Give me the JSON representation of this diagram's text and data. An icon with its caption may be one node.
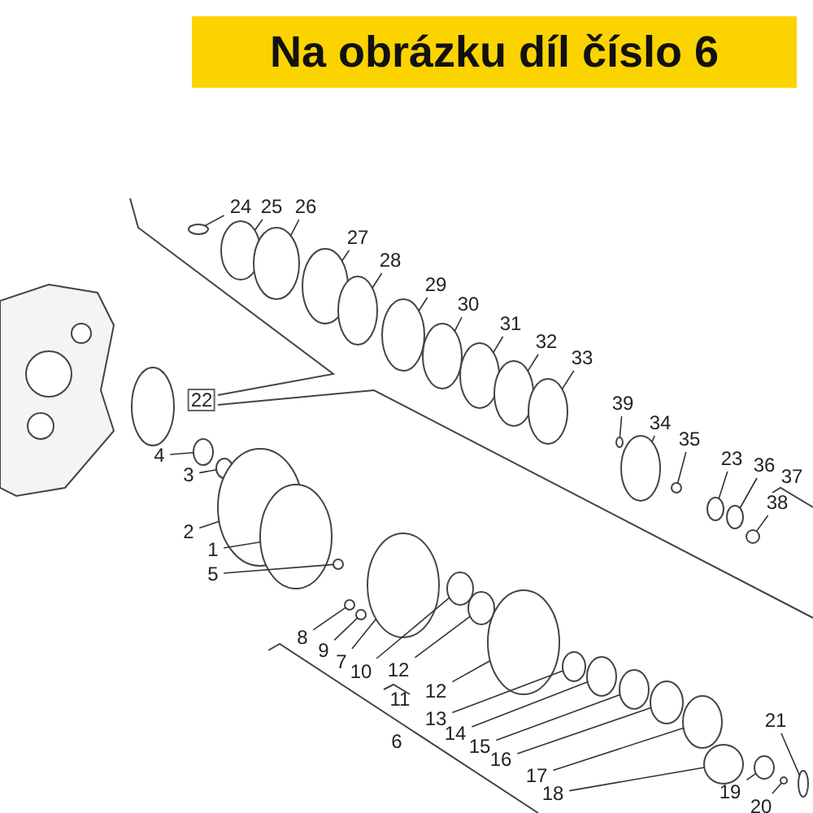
{
  "diagram": {
    "title": "Na obrázku díl číslo 6",
    "nodes": [
      {
        "text": [
          "24"
        ]
      },
      {
        "text": [
          "25"
        ]
      },
      {
        "text": [
          "26"
        ]
      },
      {
        "text": [
          "27"
        ]
      },
      {
        "text": [
          "28"
        ]
      },
      {
        "text": [
          "29"
        ]
      },
      {
        "text": [
          "30"
        ]
      },
      {
        "text": [
          "31"
        ]
      },
      {
        "text": [
          "32"
        ]
      },
      {
        "text": [
          "33"
        ]
      },
      {
        "text": [
          "39"
        ]
      },
      {
        "text": [
          "34"
        ]
      },
      {
        "text": [
          "35"
        ]
      },
      {
        "text": [
          "23"
        ]
      },
      {
        "text": [
          "36"
        ]
      },
      {
        "text": [
          "38"
        ]
      },
      {
        "text": [
          "4"
        ]
      },
      {
        "text": [
          "3"
        ]
      },
      {
        "text": [
          "2"
        ]
      },
      {
        "text": [
          "1"
        ]
      },
      {
        "text": [
          "5"
        ]
      },
      {
        "text": [
          "8"
        ]
      },
      {
        "text": [
          "9"
        ]
      },
      {
        "text": [
          "7"
        ]
      },
      {
        "text": [
          "10"
        ]
      },
      {
        "text": [
          "12"
        ]
      },
      {
        "text": [
          "12"
        ]
      },
      {
        "text": [
          "13"
        ]
      },
      {
        "text": [
          "14"
        ]
      },
      {
        "text": [
          "15"
        ]
      },
      {
        "text": [
          "16"
        ]
      },
      {
        "text": [
          "17"
        ]
      },
      {
        "text": [
          "18"
        ]
      },
      {
        "text": [
          "21"
        ]
      },
      {
        "text": [
          "19"
        ]
      },
      {
        "text": [
          "20"
        ]
      },
      {
        "text": [],
        "shape": "circle"
      },
      {
        "text": [],
        "shape": "circle"
      },
      {
        "text": [],
        "shape": "circle"
      },
      {
        "text": [],
        "shape": "circle"
      },
      {
        "text": [],
        "shape": "circle"
      },
      {
        "text": [],
        "shape": "circle"
      },
      {
        "text": [],
        "shape": "circle"
      },
      {
        "text": [],
        "shape": "circle"
      },
      {
        "text": [],
        "shape": "circle"
      },
      {
        "text": [],
        "shape": "circle"
      },
      {
        "text": [],
        "shape": "circle"
      },
      {
        "text": [],
        "shape": "circle"
      },
      {
        "text": [],
        "shape": "circle"
      },
      {
        "text": [],
        "shape": "circle"
      },
      {
        "text": [],
        "shape": "circle"
      },
      {
        "text": [],
        "shape": "circle"
      },
      {
        "text": [],
        "shape": "circle"
      },
      {
        "text": [],
        "shape": "circle"
      },
      {
        "text": [],
        "shape": "circle"
      },
      {
        "text": [],
        "shape": "circle"
      },
      {
        "text": [],
        "shape": "circle"
      },
      {
        "text": [],
        "shape": "circle"
      },
      {
        "text": [],
        "shape": "circle"
      },
      {
        "text": [],
        "shape": "circle"
      },
      {
        "text": [],
        "shape": "circle"
      },
      {
        "text": [],
        "shape": "circle"
      },
      {
        "text": [],
        "shape": "circle"
      },
      {
        "text": [],
        "shape": "circle"
      },
      {
        "text": [],
        "shape": "circle"
      },
      {
        "text": [],
        "shape": "circle"
      },
      {
        "text": [],
        "shape": "circle"
      },
      {
        "text": [],
        "shape": "circle"
      },
      {
        "text": [],
        "shape": "circle"
      },
      {
        "text": [],
        "shape": "circle"
      },
      {
        "text": [],
        "shape": "circle"
      },
      {
        "text": [],
        "shape": "circle"
      }
    ],
    "edges": [
      {
        "from": 0,
        "to": 36,
        "arrow": "none"
      },
      {
        "from": 1,
        "to": 37,
        "arrow": "none"
      },
      {
        "from": 2,
        "to": 38,
        "arrow": "none"
      },
      {
        "from": 3,
        "to": 39,
        "arrow": "none"
      },
      {
        "from": 4,
        "to": 40,
        "arrow": "none"
      },
      {
        "from": 5,
        "to": 41,
        "arrow": "none"
      },
      {
        "from": 6,
        "to": 42,
        "arrow": "none"
      },
      {
        "from": 7,
        "to": 43,
        "arrow": "none"
      },
      {
        "from": 8,
        "to": 44,
        "arrow": "none"
      },
      {
        "from": 9,
        "to": 45,
        "arrow": "none"
      },
      {
        "from": 10,
        "to": 46,
        "arrow": "none"
      },
      {
        "from": 11,
        "to": 47,
        "arrow": "none"
      },
      {
        "from": 12,
        "to": 48,
        "arrow": "none"
      },
      {
        "from": 13,
        "to": 49,
        "arrow": "none"
      },
      {
        "from": 14,
        "to": 50,
        "arrow": "none"
      },
      {
        "from": 15,
        "to": 51,
        "arrow": "none"
      },
      {
        "from": 16,
        "to": 52,
        "arrow": "none"
      },
      {
        "from": 17,
        "to": 53,
        "arrow": "none"
      },
      {
        "from": 18,
        "to": 54,
        "arrow": "none"
      },
      {
        "from": 19,
        "to": 55,
        "arrow": "none"
      },
      {
        "from": 20,
        "to": 56,
        "arrow": "none"
      },
      {
        "from": 21,
        "to": 57,
        "arrow": "none"
      },
      {
        "from": 22,
        "to": 58,
        "arrow": "none"
      },
      {
        "from": 23,
        "to": 59,
        "arrow": "none"
      },
      {
        "from": 24,
        "to": 60,
        "arrow": "none"
      },
      {
        "from": 25,
        "to": 61,
        "arrow": "none"
      },
      {
        "from": 26,
        "to": 62,
        "arrow": "none"
      },
      {
        "from": 27,
        "to": 63,
        "arrow": "none"
      },
      {
        "from": 28,
        "to": 64,
        "arrow": "none"
      },
      {
        "from": 29,
        "to": 65,
        "arrow": "none"
      },
      {
        "from": 30,
        "to": 66,
        "arrow": "none"
      },
      {
        "from": 31,
        "to": 67,
        "arrow": "none"
      },
      {
        "from": 32,
        "to": 68,
        "arrow": "none"
      },
      {
        "from": 33,
        "to": 69,
        "arrow": "none"
      },
      {
        "from": 34,
        "to": 70,
        "arrow": "none"
      },
      {
        "from": 35,
        "to": 71,
        "arrow": "none"
      }
    ],
    "labels": [
      "37",
      "22",
      "11",
      "6"
    ]
  }
}
